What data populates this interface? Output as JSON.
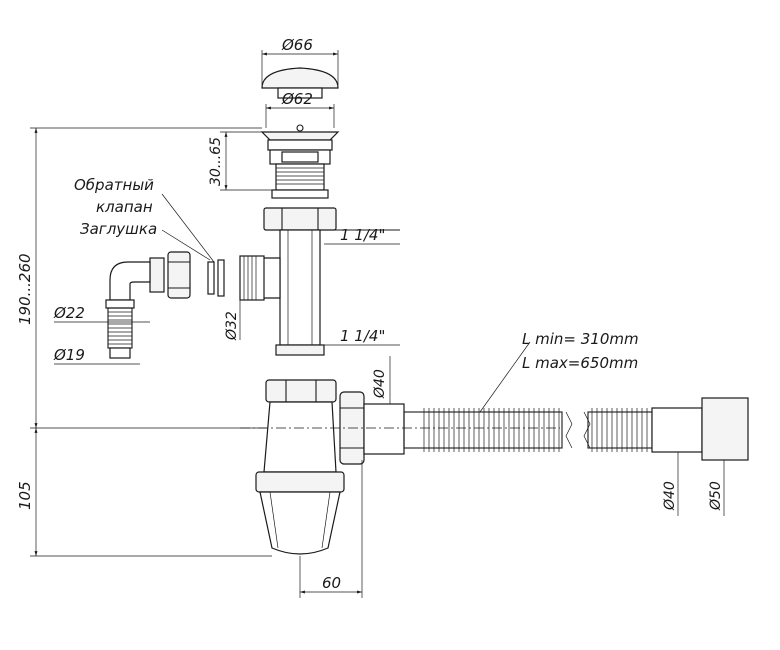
{
  "labels": {
    "d66": "Ø66",
    "d62": "Ø62",
    "h30_65": "30...65",
    "check_valve_1": "Обратный",
    "check_valve_2": "клапан",
    "plug": "Заглушка",
    "thread_top": "1 1/4\"",
    "thread_bottom": "1 1/4\"",
    "d22": "Ø22",
    "d19": "Ø19",
    "d32": "Ø32",
    "h190_260": "190...260",
    "d40_outlet": "Ø40",
    "l_min": "L  min= 310mm",
    "l_max": "L  max=650mm",
    "d40_hose": "Ø40",
    "d50_hose": "Ø50",
    "h105": "105",
    "w60": "60"
  }
}
